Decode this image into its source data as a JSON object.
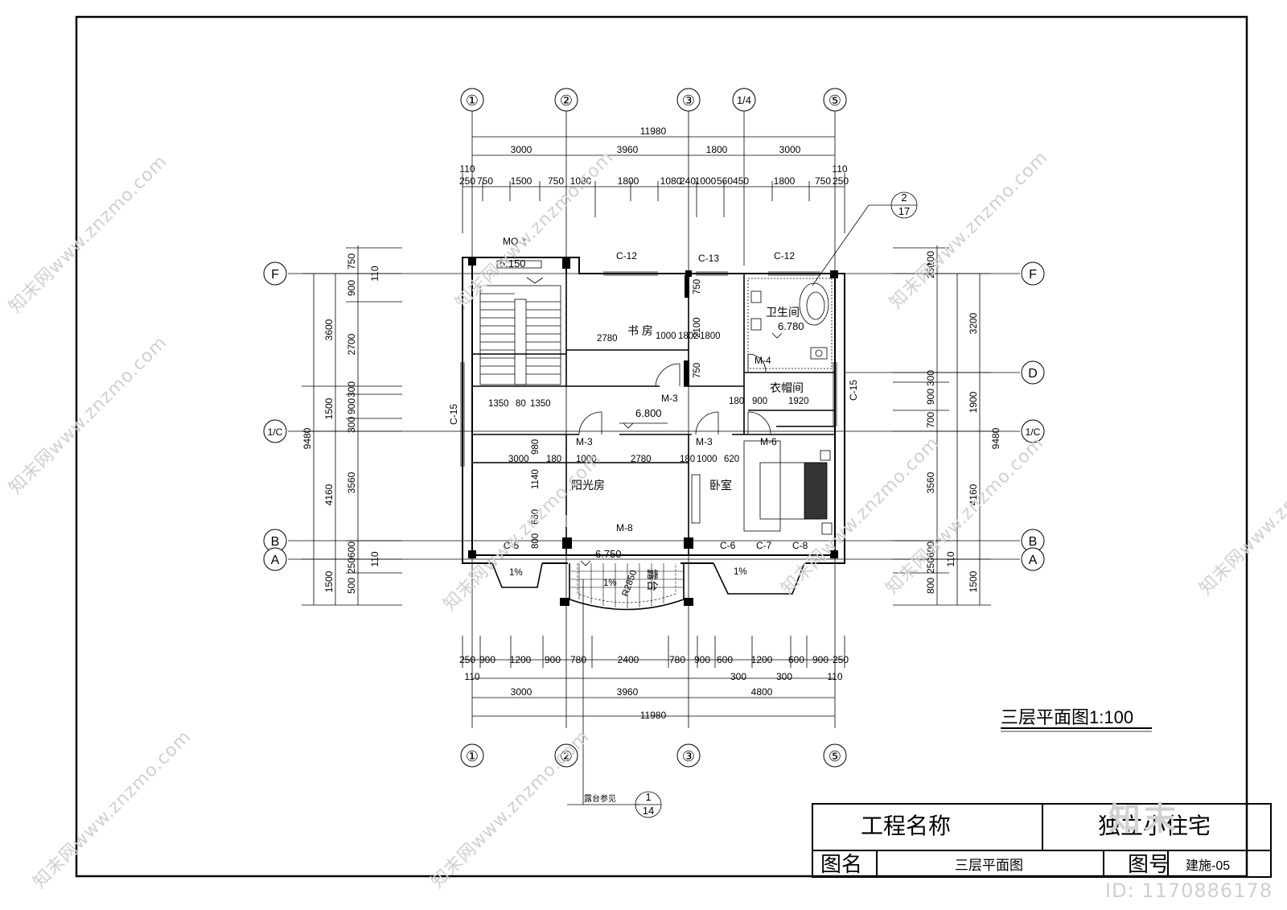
{
  "grid_axes": {
    "top": [
      "①",
      "②",
      "③",
      "1/4",
      "⑤"
    ],
    "bottom": [
      "①",
      "②",
      "③",
      "⑤"
    ],
    "left": [
      "F",
      "1/C",
      "B",
      "A"
    ],
    "right": [
      "F",
      "D",
      "1/C",
      "B",
      "A"
    ]
  },
  "dimensions_top": {
    "overall": "11980",
    "bays": [
      "3000",
      "3960",
      "1800",
      "3000"
    ],
    "offsets": [
      "110",
      "110"
    ],
    "details": [
      "250",
      "750",
      "1500",
      "750",
      "1080",
      "1800",
      "1080",
      "240",
      "1000",
      "560",
      "450",
      "1800",
      "750",
      "250"
    ]
  },
  "dimensions_bottom": {
    "details": [
      "250",
      "900",
      "1200",
      "900",
      "780",
      "2400",
      "780",
      "900",
      "600",
      "1200",
      "600",
      "900",
      "250"
    ],
    "offsets": [
      "110",
      "300",
      "300",
      "110"
    ],
    "bays": [
      "3000",
      "3960",
      "4800"
    ],
    "overall": "11980"
  },
  "dimensions_left": {
    "overall": "9480",
    "segments": [
      "3600",
      "1500",
      "4160",
      "1500"
    ],
    "details": [
      "750",
      "900",
      "2700",
      "300",
      "900",
      "300",
      "3560",
      "600",
      "250",
      "500"
    ],
    "offsets": [
      "110",
      "110"
    ]
  },
  "dimensions_right": {
    "overall": "9480",
    "segments": [
      "3200",
      "1900",
      "4160",
      "1500"
    ],
    "details": [
      "100",
      "250",
      "900",
      "300",
      "700",
      "3560",
      "600",
      "250",
      "800"
    ],
    "offsets": [
      "110"
    ]
  },
  "rooms": {
    "study": "书  房",
    "sunroom": "阳光房",
    "bedroom": "卧室",
    "bathroom": "卫生间",
    "cloakroom": "衣帽间",
    "terrace": "露台"
  },
  "windows": [
    "C-12",
    "C-13",
    "C-12",
    "C-15",
    "C-15",
    "C-5",
    "C-6",
    "C-7",
    "C-8"
  ],
  "doors": [
    "MQ-1",
    "M-3",
    "M-3",
    "M-3",
    "M-6",
    "M-4",
    "M-8"
  ],
  "levels": [
    "5.150",
    "6.800",
    "6.780",
    "6.750"
  ],
  "interior_dims": {
    "stair": [
      "1350",
      "80",
      "1350"
    ],
    "study_row": [
      "2780",
      "1000",
      "180",
      "2",
      "1800"
    ],
    "study_col": [
      "750",
      "2100",
      "750"
    ],
    "middle_row": [
      "3000",
      "180",
      "1000",
      "2780",
      "180",
      "1000",
      "620"
    ],
    "cloak_row": [
      "180",
      "900",
      "1920"
    ],
    "sun_col": [
      "980",
      "1140",
      "660",
      "800"
    ],
    "terrace": [
      "R2850",
      "1%",
      "1%",
      "1%"
    ]
  },
  "detail_refs": {
    "ref1_num": "2",
    "ref1_den": "17",
    "ref2_num": "1",
    "ref2_den": "14",
    "ref2_note": "露台参见"
  },
  "drawing_title": "三层平面图1:100",
  "title_block": {
    "project_label": "工程名称",
    "project_value": "独立小住宅",
    "drawing_label": "图名",
    "drawing_value": "三层平面图",
    "number_label": "图号",
    "number_value": "建施-05"
  },
  "watermark": {
    "text": "知末网www.znzmo.com",
    "logo": "知末",
    "id": "ID: 1170886178"
  }
}
